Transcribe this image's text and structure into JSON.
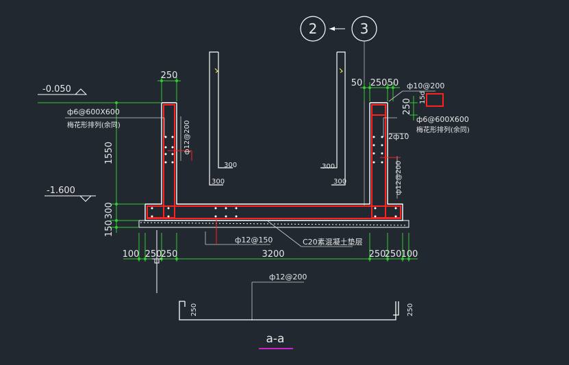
{
  "callout": {
    "from": "2",
    "to": "3"
  },
  "elevations": {
    "top": "-0.050",
    "bottom": "-1.600"
  },
  "dims": {
    "wall_left_width": "250",
    "wall_right_a": "50",
    "wall_right_b": "250",
    "wall_right_c": "50",
    "wall_height": "1550",
    "slab_300": "300",
    "slab_150": "150",
    "bottom_row": [
      "100",
      "250",
      "250",
      "3200",
      "250",
      "250",
      "100"
    ],
    "hook_300": "300",
    "plan_250": "250",
    "right_250": "250"
  },
  "rebar": {
    "tie_left": "ф6@600X600",
    "tie_left_note": "梅花形排列(余同)",
    "tie_right": "ф6@600X600",
    "tie_right_note": "梅花形排列(余同)",
    "vert_left": "ф12@200",
    "vert_right": "ф12@200",
    "horiz_top_right": "ф10@200",
    "bars_right": "2ф10",
    "lap_label": "15d",
    "slab_bars": "ф12@150",
    "plan_bars": "ф12@200"
  },
  "notes": {
    "cushion": "C20素混凝土垫层"
  },
  "section_title": "a-a",
  "colors": {
    "background": "#212830",
    "concrete": "#ffffff",
    "rebar": "#ff2020",
    "dimension": "#33cc33",
    "title_underline": "#cc22cc"
  }
}
